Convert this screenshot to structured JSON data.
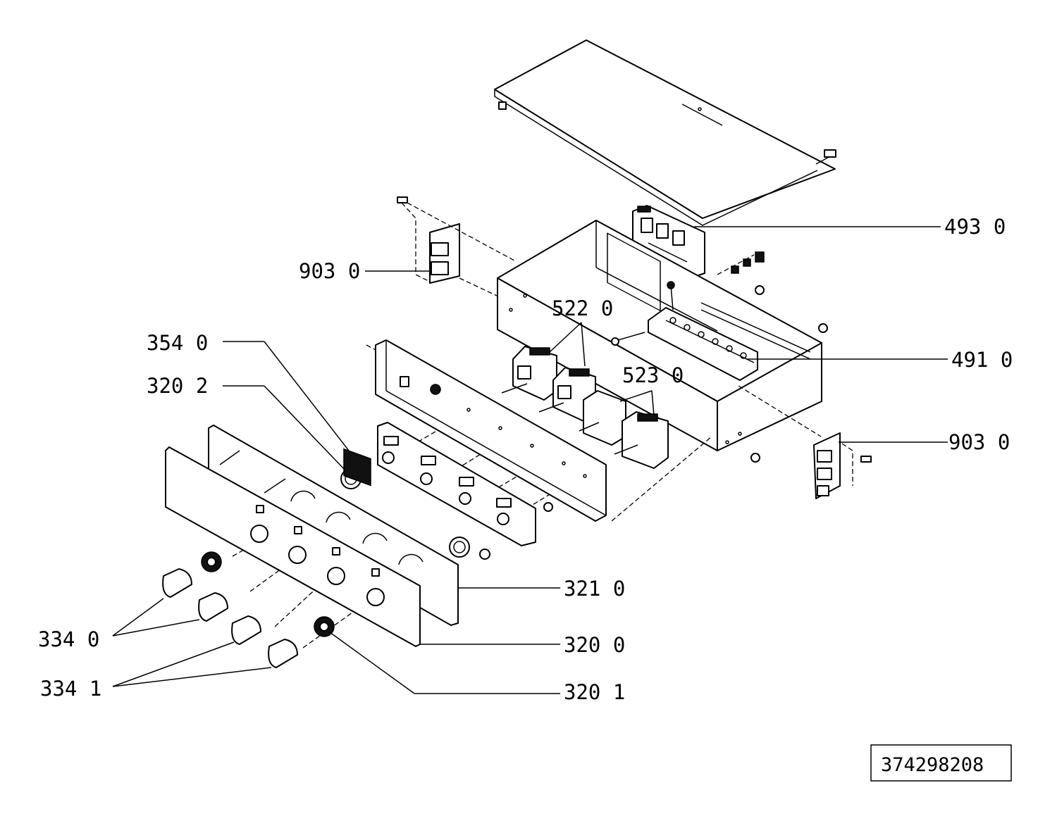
{
  "callouts": {
    "c4930": "493 0",
    "c9030_left": "903 0",
    "c5220": "522 0",
    "c3540": "354 0",
    "c4910": "491 0",
    "c3202": "320 2",
    "c5230": "523 0",
    "c9030_right": "903 0",
    "c3210": "321 0",
    "c3340": "334 0",
    "c3200": "320 0",
    "c3341": "334 1",
    "c3201": "320 1"
  },
  "reference_number": "374298208"
}
